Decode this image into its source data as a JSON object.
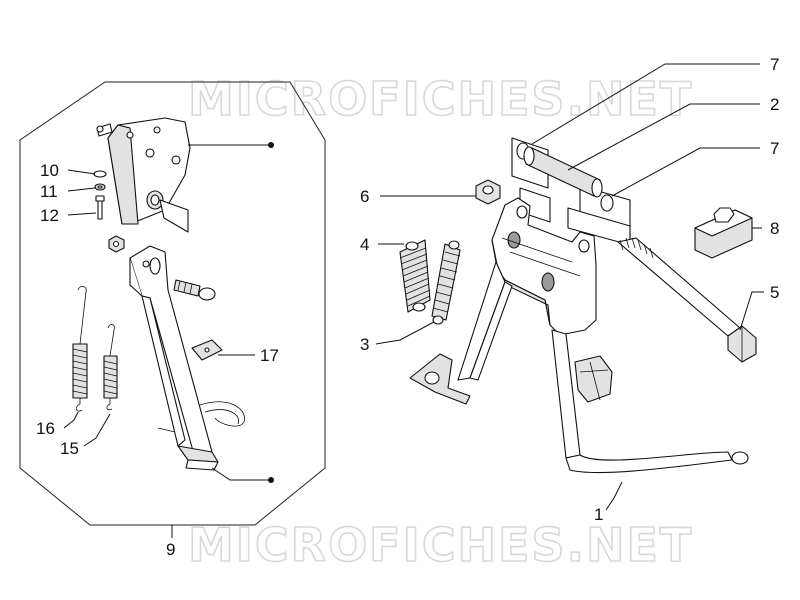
{
  "watermark": {
    "text": "MICROFICHES.NET"
  },
  "group": {
    "label": "9"
  },
  "callouts": [
    {
      "id": "c1",
      "label": "1"
    },
    {
      "id": "c2",
      "label": "2"
    },
    {
      "id": "c3",
      "label": "3"
    },
    {
      "id": "c4",
      "label": "4"
    },
    {
      "id": "c5",
      "label": "5"
    },
    {
      "id": "c6",
      "label": "6"
    },
    {
      "id": "c7a",
      "label": "7"
    },
    {
      "id": "c7b",
      "label": "7"
    },
    {
      "id": "c8",
      "label": "8"
    },
    {
      "id": "c10",
      "label": "10"
    },
    {
      "id": "c11",
      "label": "11"
    },
    {
      "id": "c12",
      "label": "12"
    },
    {
      "id": "c15",
      "label": "15"
    },
    {
      "id": "c16",
      "label": "16"
    },
    {
      "id": "c17",
      "label": "17"
    }
  ],
  "colors": {
    "line": "#111111",
    "watermark": "#d8d8d8",
    "background": "#ffffff"
  }
}
